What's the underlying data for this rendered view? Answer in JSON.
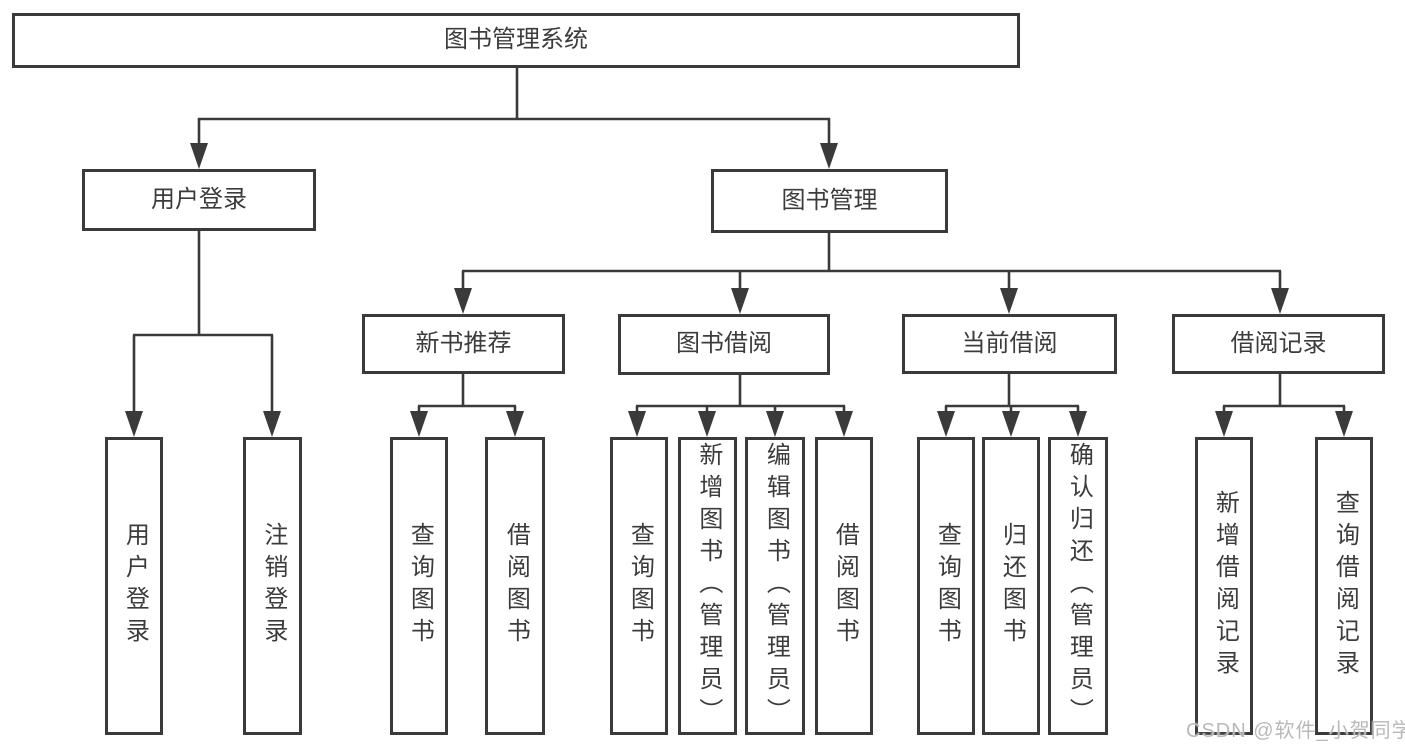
{
  "root": {
    "label": "图书管理系统"
  },
  "branches": {
    "user_login": {
      "label": "用户登录",
      "leaves": [
        "用户登录",
        "注销登录"
      ]
    },
    "book_mgmt": {
      "label": "图书管理",
      "sections": {
        "new_book": {
          "label": "新书推荐",
          "leaves": [
            "查询图书",
            "借阅图书"
          ]
        },
        "book_borrow": {
          "label": "图书借阅",
          "leaves": [
            "查询图书",
            "新增图书（管理员）",
            "编辑图书（管理员）",
            "借阅图书"
          ]
        },
        "current_borrow": {
          "label": "当前借阅",
          "leaves": [
            "查询图书",
            "归还图书",
            "确认归还（管理员）"
          ]
        },
        "borrow_record": {
          "label": "借阅记录",
          "leaves": [
            "新增借阅记录",
            "查询借阅记录"
          ]
        }
      }
    }
  },
  "watermark": {
    "text": "CSDN @软件_小贺同学"
  },
  "colors": {
    "line": "#3a3a3a",
    "text": "#3c3c3c",
    "background": "#ffffff",
    "watermark": "#b9b9b9"
  }
}
